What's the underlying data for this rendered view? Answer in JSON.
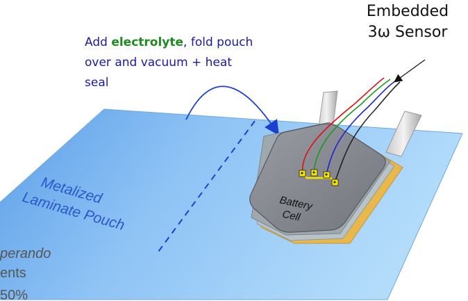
{
  "sensor_label": {
    "line1": "Embedded",
    "line2": "3ω Sensor"
  },
  "instruction": {
    "part1": "Add ",
    "highlight": "electrolyte",
    "part2": ", fold pouch",
    "line2": "over and vacuum + heat",
    "line3": "seal"
  },
  "pouch_label": {
    "line1": "Metalized",
    "line2": "Laminate Pouch"
  },
  "cell_label": {
    "line1": "Battery",
    "line2": "Cell"
  },
  "cutoff_text": {
    "line1": "perando",
    "line2": "ents",
    "line3": "50%"
  },
  "colors": {
    "instruction_text": "#1a1aa0",
    "highlight": "#1f8a1f",
    "pouch": "#8ec3f5",
    "cell": "#8c8f96",
    "wire_red": "#e01010",
    "wire_green": "#1a9a1a",
    "wire_blue": "#2020d0",
    "sensor_pads": "#f4e400"
  }
}
